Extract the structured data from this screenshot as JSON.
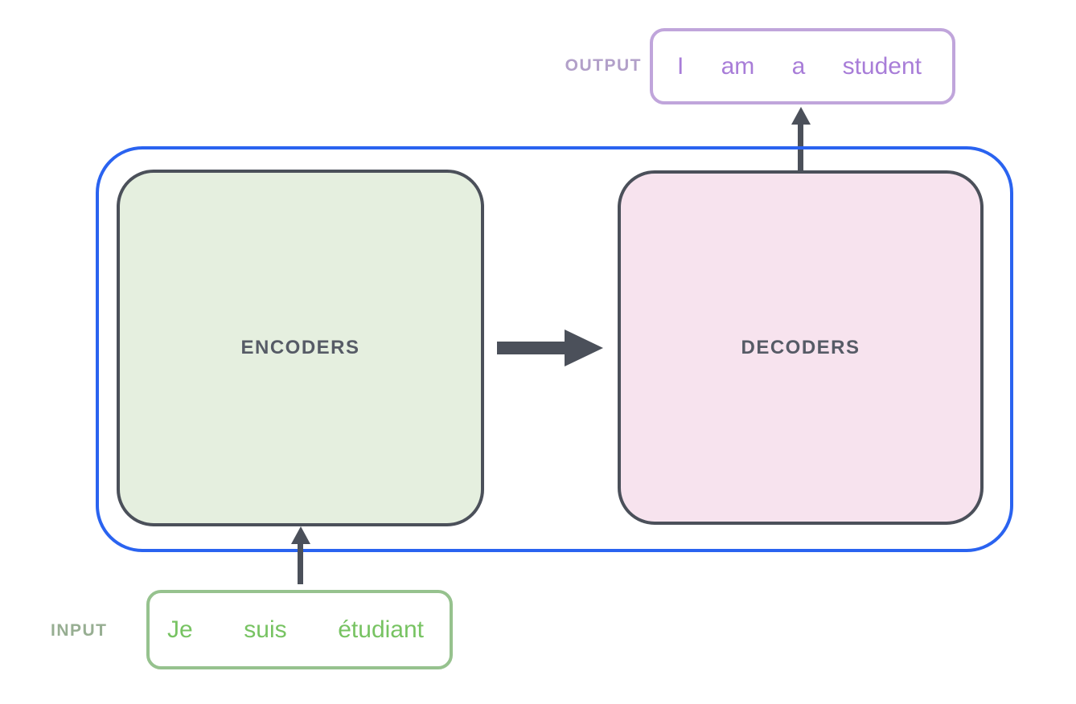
{
  "diagram": {
    "title": "encoder-decoder sequence-to-sequence overview",
    "output_section": {
      "label": "OUTPUT",
      "words": [
        "I",
        "am",
        "a",
        "student"
      ]
    },
    "input_section": {
      "label": "INPUT",
      "words": [
        "Je",
        "suis",
        "étudiant"
      ]
    },
    "encoder_block": {
      "label": "ENCODERS"
    },
    "decoder_block": {
      "label": "DECODERS"
    },
    "arrows": {
      "encoder_to_decoder": "arrow-right-icon",
      "decoder_to_output": "arrow-up-icon",
      "input_to_encoder": "arrow-up-icon"
    },
    "colors": {
      "outer_shell_border": "#2a63f0",
      "block_border": "#4b505a",
      "arrow": "#4b505a",
      "block_label_text": "#565b66",
      "encoder_fill": "#e5efdf",
      "decoder_fill": "#f7e3ee",
      "output_box_border": "#c0a5db",
      "output_text": "#a87dd8",
      "output_label_text": "#b2a0c9",
      "input_box_border": "#96c28e",
      "input_text": "#77c362",
      "input_label_text": "#97ae92",
      "background": "#ffffff"
    }
  }
}
